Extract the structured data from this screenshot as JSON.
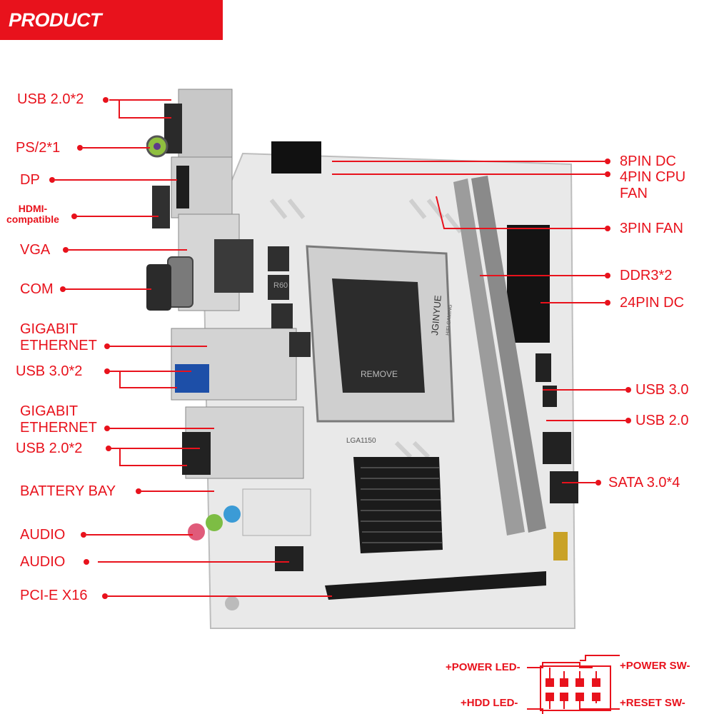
{
  "banner": {
    "title": "PRODUCT PARAMETER"
  },
  "board": {
    "socket_label": "LGA1150",
    "brand_text": "JGINYUE",
    "brand_sub": "HIFI GAMING",
    "cover_text": "REMOVE",
    "choke_text": "R60"
  },
  "labels_left": [
    {
      "id": "usb20-top",
      "text": "USB 2.0*2"
    },
    {
      "id": "ps2",
      "text": "PS/2*1"
    },
    {
      "id": "dp",
      "text": "DP"
    },
    {
      "id": "hdmi",
      "text": "HDMI-\ncompatible"
    },
    {
      "id": "vga",
      "text": "VGA"
    },
    {
      "id": "com",
      "text": "COM"
    },
    {
      "id": "lan1",
      "text": "GIGABIT\nETHERNET"
    },
    {
      "id": "usb30",
      "text": "USB 3.0*2"
    },
    {
      "id": "lan2",
      "text": "GIGABIT\nETHERNET"
    },
    {
      "id": "usb20-bottom",
      "text": "USB 2.0*2"
    },
    {
      "id": "battery",
      "text": "BATTERY BAY"
    },
    {
      "id": "audio1",
      "text": "AUDIO"
    },
    {
      "id": "audio2",
      "text": "AUDIO"
    },
    {
      "id": "pcie",
      "text": "PCI-E X16"
    }
  ],
  "labels_right": [
    {
      "id": "8pin",
      "text": "8PIN DC"
    },
    {
      "id": "4pin",
      "text": "4PIN CPU\nFAN"
    },
    {
      "id": "3pin",
      "text": "3PIN FAN"
    },
    {
      "id": "ddr3",
      "text": "DDR3*2"
    },
    {
      "id": "24pin",
      "text": "24PIN DC"
    },
    {
      "id": "usb3-hdr",
      "text": "USB 3.0"
    },
    {
      "id": "usb2-hdr",
      "text": "USB 2.0"
    },
    {
      "id": "sata",
      "text": "SATA 3.0*4"
    }
  ],
  "front_panel": {
    "power_led": "+POWER LED-",
    "power_sw": "+POWER SW-",
    "hdd_led": "+HDD LED-",
    "reset_sw": "+RESET SW-"
  },
  "colors": {
    "accent": "#e8121c"
  }
}
